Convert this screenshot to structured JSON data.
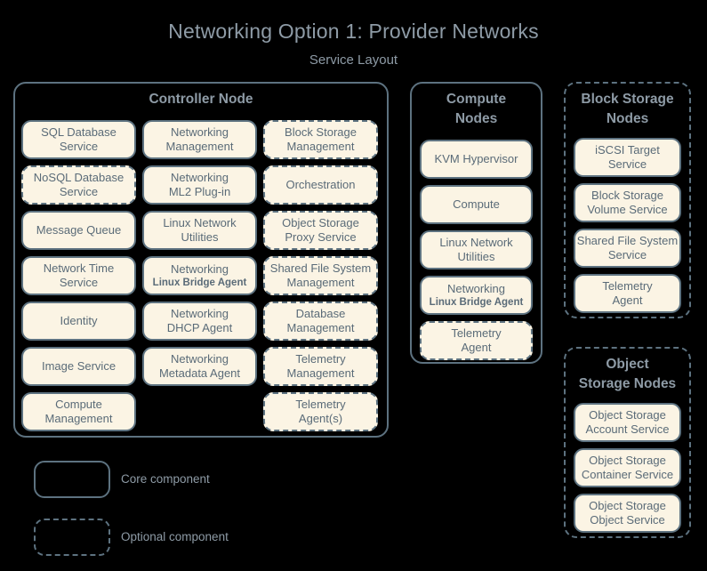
{
  "page": {
    "title": "Networking Option 1: Provider Networks",
    "subtitle": "Service Layout",
    "background_color": "#000000",
    "title_color": "#8e9ba6",
    "box_fill_color": "#fbf4e4",
    "box_border_color": "#5d7280",
    "box_text_color": "#5a6b78"
  },
  "controller_node": {
    "title": "Controller Node",
    "style": "core",
    "columns": [
      {
        "services": [
          {
            "line1": "SQL Database",
            "line2": "Service",
            "style": "core"
          },
          {
            "line1": "NoSQL Database",
            "line2": "Service",
            "style": "optional"
          },
          {
            "line1": "Message Queue",
            "line2": "",
            "style": "core"
          },
          {
            "line1": "Network Time",
            "line2": "Service",
            "style": "core"
          },
          {
            "line1": "Identity",
            "line2": "",
            "style": "core"
          },
          {
            "line1": "Image Service",
            "line2": "",
            "style": "core"
          },
          {
            "line1": "Compute",
            "line2": "Management",
            "style": "core"
          }
        ]
      },
      {
        "services": [
          {
            "line1": "Networking",
            "line2": "Management",
            "style": "core"
          },
          {
            "line1": "Networking",
            "line2": "ML2 Plug-in",
            "style": "core"
          },
          {
            "line1": "Linux Network",
            "line2": "Utilities",
            "style": "core"
          },
          {
            "line1": "Networking",
            "line2": "Linux Bridge Agent",
            "style": "core",
            "sub_small": true
          },
          {
            "line1": "Networking",
            "line2": "DHCP Agent",
            "style": "core"
          },
          {
            "line1": "Networking",
            "line2": "Metadata Agent",
            "style": "core"
          }
        ]
      },
      {
        "services": [
          {
            "line1": "Block Storage",
            "line2": "Management",
            "style": "optional"
          },
          {
            "line1": "Orchestration",
            "line2": "",
            "style": "optional"
          },
          {
            "line1": "Object Storage",
            "line2": "Proxy Service",
            "style": "optional"
          },
          {
            "line1": "Shared File System",
            "line2": "Management",
            "style": "optional"
          },
          {
            "line1": "Database",
            "line2": "Management",
            "style": "optional"
          },
          {
            "line1": "Telemetry",
            "line2": "Management",
            "style": "optional"
          },
          {
            "line1": "Telemetry",
            "line2": "Agent(s)",
            "style": "optional"
          }
        ]
      }
    ]
  },
  "compute_nodes": {
    "title_line1": "Compute",
    "title_line2": "Nodes",
    "style": "core",
    "services": [
      {
        "line1": "KVM Hypervisor",
        "line2": "",
        "style": "core"
      },
      {
        "line1": "Compute",
        "line2": "",
        "style": "core"
      },
      {
        "line1": "Linux Network",
        "line2": "Utilities",
        "style": "core"
      },
      {
        "line1": "Networking",
        "line2": "Linux Bridge Agent",
        "style": "core",
        "sub_small": true
      },
      {
        "line1": "Telemetry",
        "line2": "Agent",
        "style": "optional"
      }
    ]
  },
  "block_storage_nodes": {
    "title_line1": "Block Storage",
    "title_line2": "Nodes",
    "style": "optional",
    "services": [
      {
        "line1": "iSCSI Target",
        "line2": "Service",
        "style": "core"
      },
      {
        "line1": "Block Storage",
        "line2": "Volume Service",
        "style": "core"
      },
      {
        "line1": "Shared File System",
        "line2": "Service",
        "style": "core"
      },
      {
        "line1": "Telemetry",
        "line2": "Agent",
        "style": "core"
      }
    ]
  },
  "object_storage_nodes": {
    "title_line1": "Object",
    "title_line2": "Storage Nodes",
    "style": "optional",
    "services": [
      {
        "line1": "Object Storage",
        "line2": "Account Service",
        "style": "core"
      },
      {
        "line1": "Object Storage",
        "line2": "Container Service",
        "style": "core"
      },
      {
        "line1": "Object Storage",
        "line2": "Object Service",
        "style": "core"
      }
    ]
  },
  "legend": {
    "items": [
      {
        "label": "Core component",
        "style": "core"
      },
      {
        "label": "Optional component",
        "style": "optional"
      }
    ]
  }
}
